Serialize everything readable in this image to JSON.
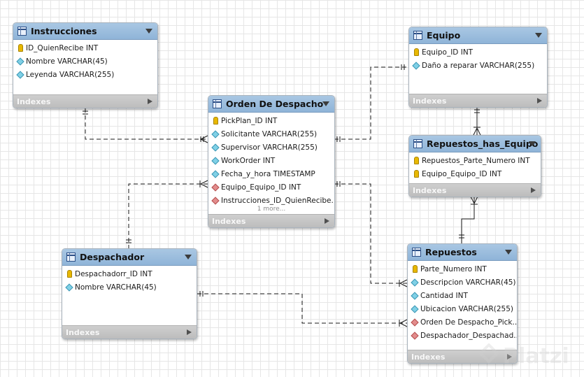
{
  "tables": {
    "instrucciones": {
      "title": "Instrucciones",
      "columns": [
        {
          "label": "ID_QuienRecibe INT",
          "icon": "primary-key-icon"
        },
        {
          "label": "Nombre VARCHAR(45)",
          "icon": "column-icon"
        },
        {
          "label": "Leyenda VARCHAR(255)",
          "icon": "column-icon"
        }
      ],
      "indexes_label": "Indexes"
    },
    "equipo": {
      "title": "Equipo",
      "columns": [
        {
          "label": "Equipo_ID INT",
          "icon": "primary-key-icon"
        },
        {
          "label": "Daño a reparar VARCHAR(255)",
          "icon": "column-icon"
        }
      ],
      "indexes_label": "Indexes"
    },
    "orden": {
      "title": "Orden De Despacho",
      "columns": [
        {
          "label": "PickPlan_ID INT",
          "icon": "primary-key-icon"
        },
        {
          "label": "Solicitante VARCHAR(255)",
          "icon": "column-icon"
        },
        {
          "label": "Supervisor VARCHAR(255)",
          "icon": "column-icon"
        },
        {
          "label": "WorkOrder INT",
          "icon": "column-icon"
        },
        {
          "label": "Fecha_y_hora TIMESTAMP",
          "icon": "column-icon"
        },
        {
          "label": "Equipo_Equipo_ID INT",
          "icon": "foreign-key-icon"
        },
        {
          "label": "Instrucciones_ID_QuienRecibe...",
          "icon": "foreign-key-icon"
        }
      ],
      "more_label": "1 more...",
      "indexes_label": "Indexes"
    },
    "rhe": {
      "title": "Repuestos_has_Equipo",
      "columns": [
        {
          "label": "Repuestos_Parte_Numero INT",
          "icon": "primary-key-icon"
        },
        {
          "label": "Equipo_Equipo_ID INT",
          "icon": "primary-key-icon"
        }
      ],
      "indexes_label": "Indexes"
    },
    "despachador": {
      "title": "Despachador",
      "columns": [
        {
          "label": "Despachadorr_ID INT",
          "icon": "primary-key-icon"
        },
        {
          "label": "Nombre VARCHAR(45)",
          "icon": "column-icon"
        }
      ],
      "indexes_label": "Indexes"
    },
    "repuestos": {
      "title": "Repuestos",
      "columns": [
        {
          "label": "Parte_Numero INT",
          "icon": "primary-key-icon"
        },
        {
          "label": "Descripcion VARCHAR(45)",
          "icon": "column-icon"
        },
        {
          "label": "Cantidad INT",
          "icon": "column-icon"
        },
        {
          "label": "Ubicacion VARCHAR(255)",
          "icon": "column-icon"
        },
        {
          "label": "Orden De Despacho_Pick...",
          "icon": "foreign-key-icon"
        },
        {
          "label": "Despachador_Despachad...",
          "icon": "foreign-key-icon"
        }
      ],
      "indexes_label": "Indexes"
    }
  },
  "watermark": "Platzi"
}
